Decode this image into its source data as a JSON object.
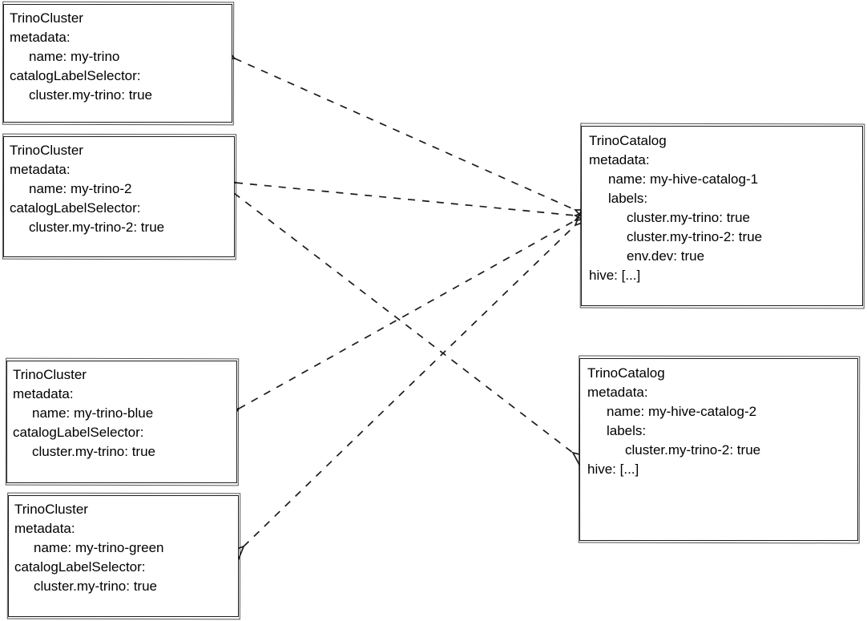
{
  "colors": {
    "background": "#ffffff",
    "stroke": "#1c1c1c",
    "text": "#000000"
  },
  "clusters": [
    {
      "name": "my-trino",
      "lines": [
        "TrinoCluster",
        "metadata:",
        "name: my-trino",
        "catalogLabelSelector:",
        "cluster.my-trino: true"
      ]
    },
    {
      "name": "my-trino-2",
      "lines": [
        "TrinoCluster",
        "metadata:",
        "name: my-trino-2",
        "catalogLabelSelector:",
        "cluster.my-trino-2: true"
      ]
    },
    {
      "name": "my-trino-blue",
      "lines": [
        "TrinoCluster",
        "metadata:",
        "name: my-trino-blue",
        "catalogLabelSelector:",
        "cluster.my-trino: true"
      ]
    },
    {
      "name": "my-trino-green",
      "lines": [
        "TrinoCluster",
        "metadata:",
        "name: my-trino-green",
        "catalogLabelSelector:",
        "cluster.my-trino: true"
      ]
    }
  ],
  "catalogs": [
    {
      "name": "my-hive-catalog-1",
      "lines": [
        "TrinoCatalog",
        "metadata:",
        "name: my-hive-catalog-1",
        "labels:",
        "cluster.my-trino: true",
        "cluster.my-trino-2: true",
        "env.dev: true",
        "hive: [...]"
      ]
    },
    {
      "name": "my-hive-catalog-2",
      "lines": [
        "TrinoCatalog",
        "metadata:",
        "name: my-hive-catalog-2",
        "labels:",
        "cluster.my-trino-2: true",
        "hive: [...]"
      ]
    }
  ],
  "edges": [
    {
      "from": "my-trino",
      "to": "my-hive-catalog-1",
      "line_style": "dashed",
      "arrowheads": "both"
    },
    {
      "from": "my-trino-2",
      "to": "my-hive-catalog-1",
      "line_style": "dashed",
      "arrowheads": "both"
    },
    {
      "from": "my-trino-blue",
      "to": "my-hive-catalog-1",
      "line_style": "dashed",
      "arrowheads": "both"
    },
    {
      "from": "my-trino-green",
      "to": "my-hive-catalog-1",
      "line_style": "dashed",
      "arrowheads": "both"
    },
    {
      "from": "my-trino-2",
      "to": "my-hive-catalog-2",
      "line_style": "dashed",
      "arrowheads": "both"
    }
  ]
}
